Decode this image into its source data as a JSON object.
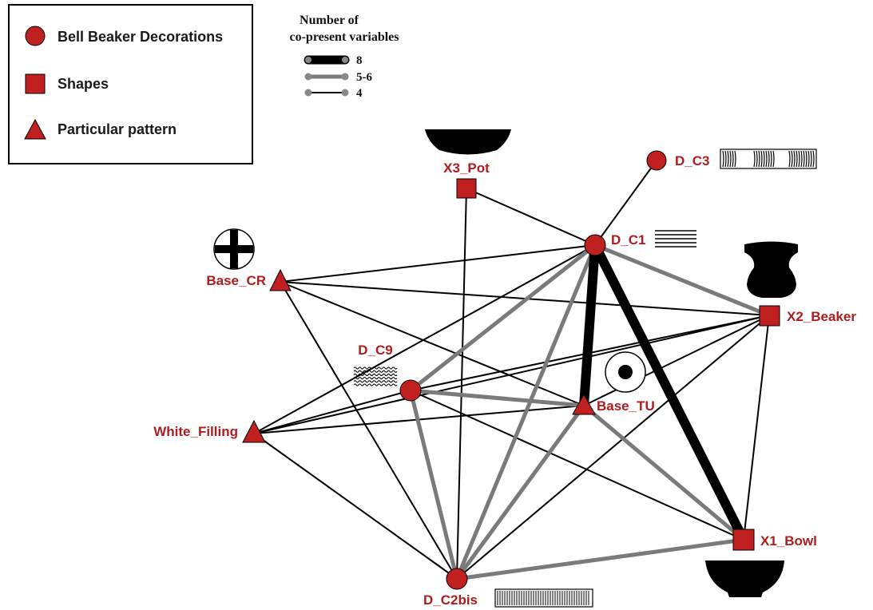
{
  "legend": {
    "items": [
      {
        "shape": "circle",
        "label": "Bell Beaker Decorations"
      },
      {
        "shape": "square",
        "label": "Shapes"
      },
      {
        "shape": "triangle",
        "label": "Particular pattern"
      }
    ]
  },
  "weight_legend": {
    "title_line1": "Number of",
    "title_line2": "co-present variables",
    "levels": [
      {
        "label": "8",
        "style": "heavy"
      },
      {
        "label": "5-6",
        "style": "medium"
      },
      {
        "label": "4",
        "style": "light"
      }
    ]
  },
  "colors": {
    "node_fill": "#c0201f",
    "label": "#b01c1c",
    "heavy_edge": "#000000",
    "medium_edge": "#7a7a7a",
    "light_edge": "#000000"
  },
  "nodes": [
    {
      "id": "D_C3",
      "label": "D_C3",
      "shape": "circle"
    },
    {
      "id": "X3_Pot",
      "label": "X3_Pot",
      "shape": "square"
    },
    {
      "id": "D_C1",
      "label": "D_C1",
      "shape": "circle"
    },
    {
      "id": "Base_CR",
      "label": "Base_CR",
      "shape": "triangle"
    },
    {
      "id": "X2_Beaker",
      "label": "X2_Beaker",
      "shape": "square"
    },
    {
      "id": "D_C9",
      "label": "D_C9",
      "shape": "circle"
    },
    {
      "id": "Base_TU",
      "label": "Base_TU",
      "shape": "triangle"
    },
    {
      "id": "White_Filling",
      "label": "White_Filling",
      "shape": "triangle"
    },
    {
      "id": "X1_Bowl",
      "label": "X1_Bowl",
      "shape": "square"
    },
    {
      "id": "D_C2bis",
      "label": "D_C2bis",
      "shape": "circle"
    }
  ],
  "edges": [
    {
      "a": "D_C1",
      "b": "Base_TU",
      "weight": "heavy"
    },
    {
      "a": "D_C1",
      "b": "X1_Bowl",
      "weight": "heavy"
    },
    {
      "a": "D_C1",
      "b": "X2_Beaker",
      "weight": "medium"
    },
    {
      "a": "D_C1",
      "b": "D_C9",
      "weight": "medium"
    },
    {
      "a": "D_C1",
      "b": "D_C2bis",
      "weight": "medium"
    },
    {
      "a": "D_C9",
      "b": "Base_TU",
      "weight": "medium"
    },
    {
      "a": "D_C9",
      "b": "D_C2bis",
      "weight": "medium"
    },
    {
      "a": "Base_TU",
      "b": "D_C2bis",
      "weight": "medium"
    },
    {
      "a": "Base_TU",
      "b": "X1_Bowl",
      "weight": "medium"
    },
    {
      "a": "D_C2bis",
      "b": "X1_Bowl",
      "weight": "medium"
    },
    {
      "a": "D_C1",
      "b": "D_C3",
      "weight": "light"
    },
    {
      "a": "D_C1",
      "b": "X3_Pot",
      "weight": "light"
    },
    {
      "a": "D_C1",
      "b": "Base_CR",
      "weight": "light"
    },
    {
      "a": "D_C1",
      "b": "White_Filling",
      "weight": "light"
    },
    {
      "a": "X3_Pot",
      "b": "D_C2bis",
      "weight": "light"
    },
    {
      "a": "Base_CR",
      "b": "X2_Beaker",
      "weight": "light"
    },
    {
      "a": "Base_CR",
      "b": "Base_TU",
      "weight": "light"
    },
    {
      "a": "Base_CR",
      "b": "D_C2bis",
      "weight": "light"
    },
    {
      "a": "X2_Beaker",
      "b": "D_C9",
      "weight": "light"
    },
    {
      "a": "X2_Beaker",
      "b": "White_Filling",
      "weight": "light"
    },
    {
      "a": "X2_Beaker",
      "b": "X1_Bowl",
      "weight": "light"
    },
    {
      "a": "X2_Beaker",
      "b": "D_C2bis",
      "weight": "light"
    },
    {
      "a": "D_C9",
      "b": "White_Filling",
      "weight": "light"
    },
    {
      "a": "D_C9",
      "b": "X1_Bowl",
      "weight": "light"
    },
    {
      "a": "White_Filling",
      "b": "Base_TU",
      "weight": "light"
    },
    {
      "a": "White_Filling",
      "b": "D_C2bis",
      "weight": "light"
    },
    {
      "a": "Base_TU",
      "b": "X2_Beaker",
      "weight": "light"
    }
  ]
}
